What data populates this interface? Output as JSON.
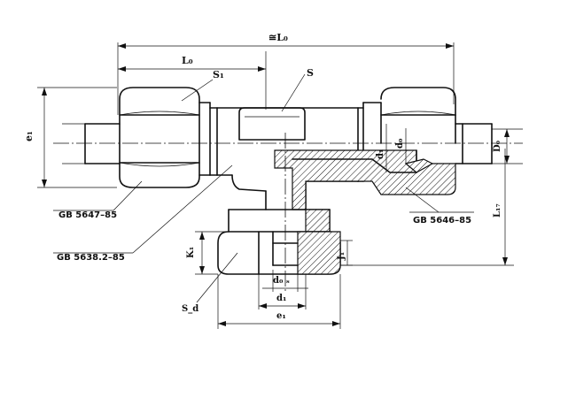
{
  "labels": {
    "overall_length": "≅L₀",
    "length": "L₀",
    "e1": "e₁",
    "s1": "S₁",
    "s": "S",
    "d1_top": "d₁",
    "d0_top": "d₀",
    "D0": "D₀",
    "L17": "L₁₇",
    "K1": "K₁",
    "J1": "J₁",
    "d0s": "d₀ ₛ",
    "d1_bottom": "d₁",
    "e1_bottom": "e₁",
    "sd": "S_d"
  },
  "standards": {
    "left_nut": "GB 5647–85",
    "body": "GB 5638.2–85",
    "right_nut": "GB 5646–85"
  }
}
